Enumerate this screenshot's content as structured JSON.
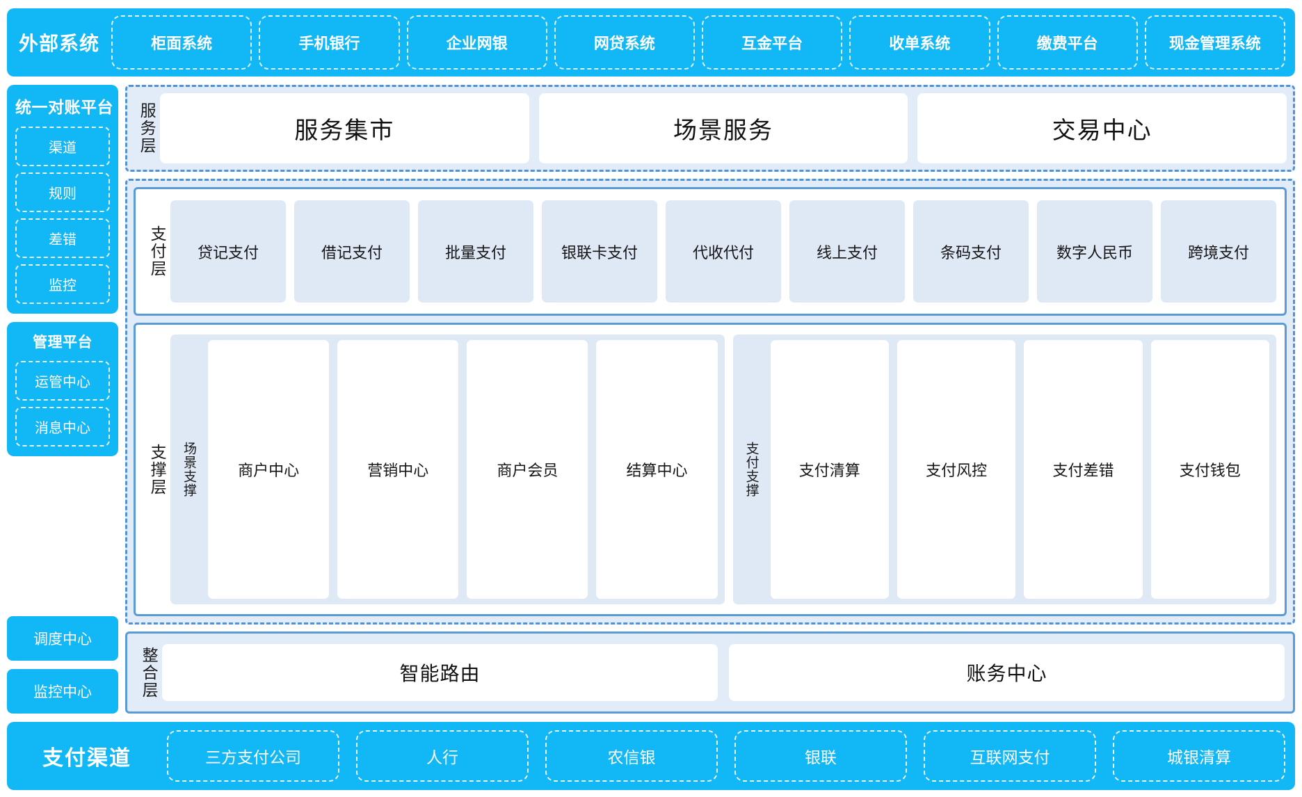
{
  "external": {
    "title": "外部系统",
    "items": [
      "柜面系统",
      "手机银行",
      "企业网银",
      "网贷系统",
      "互金平台",
      "收单系统",
      "缴费平台",
      "现金管理系统"
    ]
  },
  "rail": {
    "reconciliation": {
      "title": "统一对账平台",
      "items": [
        "渠道",
        "规则",
        "差错",
        "监控"
      ]
    },
    "management": {
      "title": "管理平台",
      "items": [
        "运管中心",
        "消息中心"
      ]
    },
    "standalone": [
      "调度中心",
      "监控中心"
    ]
  },
  "service_layer": {
    "label": "服务层",
    "items": [
      "服务集市",
      "场景服务",
      "交易中心"
    ]
  },
  "payment_layer": {
    "label": "支付层",
    "items": [
      "贷记支付",
      "借记支付",
      "批量支付",
      "银联卡支付",
      "代收代付",
      "线上支付",
      "条码支付",
      "数字人民币",
      "跨境支付"
    ]
  },
  "support_layer": {
    "label": "支撑层",
    "groups": [
      {
        "label": "场景支撑",
        "items": [
          "商户中心",
          "营销中心",
          "商户会员",
          "结算中心"
        ]
      },
      {
        "label": "支付支撑",
        "items": [
          "支付清算",
          "支付风控",
          "支付差错",
          "支付钱包"
        ]
      }
    ]
  },
  "integration_layer": {
    "label": "整合层",
    "items": [
      "智能路由",
      "账务中心"
    ]
  },
  "channels": {
    "title": "支付渠道",
    "items": [
      "三方支付公司",
      "人行",
      "农信银",
      "银联",
      "互联网支付",
      "城银清算"
    ]
  },
  "colors": {
    "brand_blue": "#12B7F5",
    "panel_blue": "#e2ecf8",
    "card_blue": "#dfe9f6",
    "border_blue": "#5b9bd5",
    "dash_blue": "#4f93d6"
  }
}
